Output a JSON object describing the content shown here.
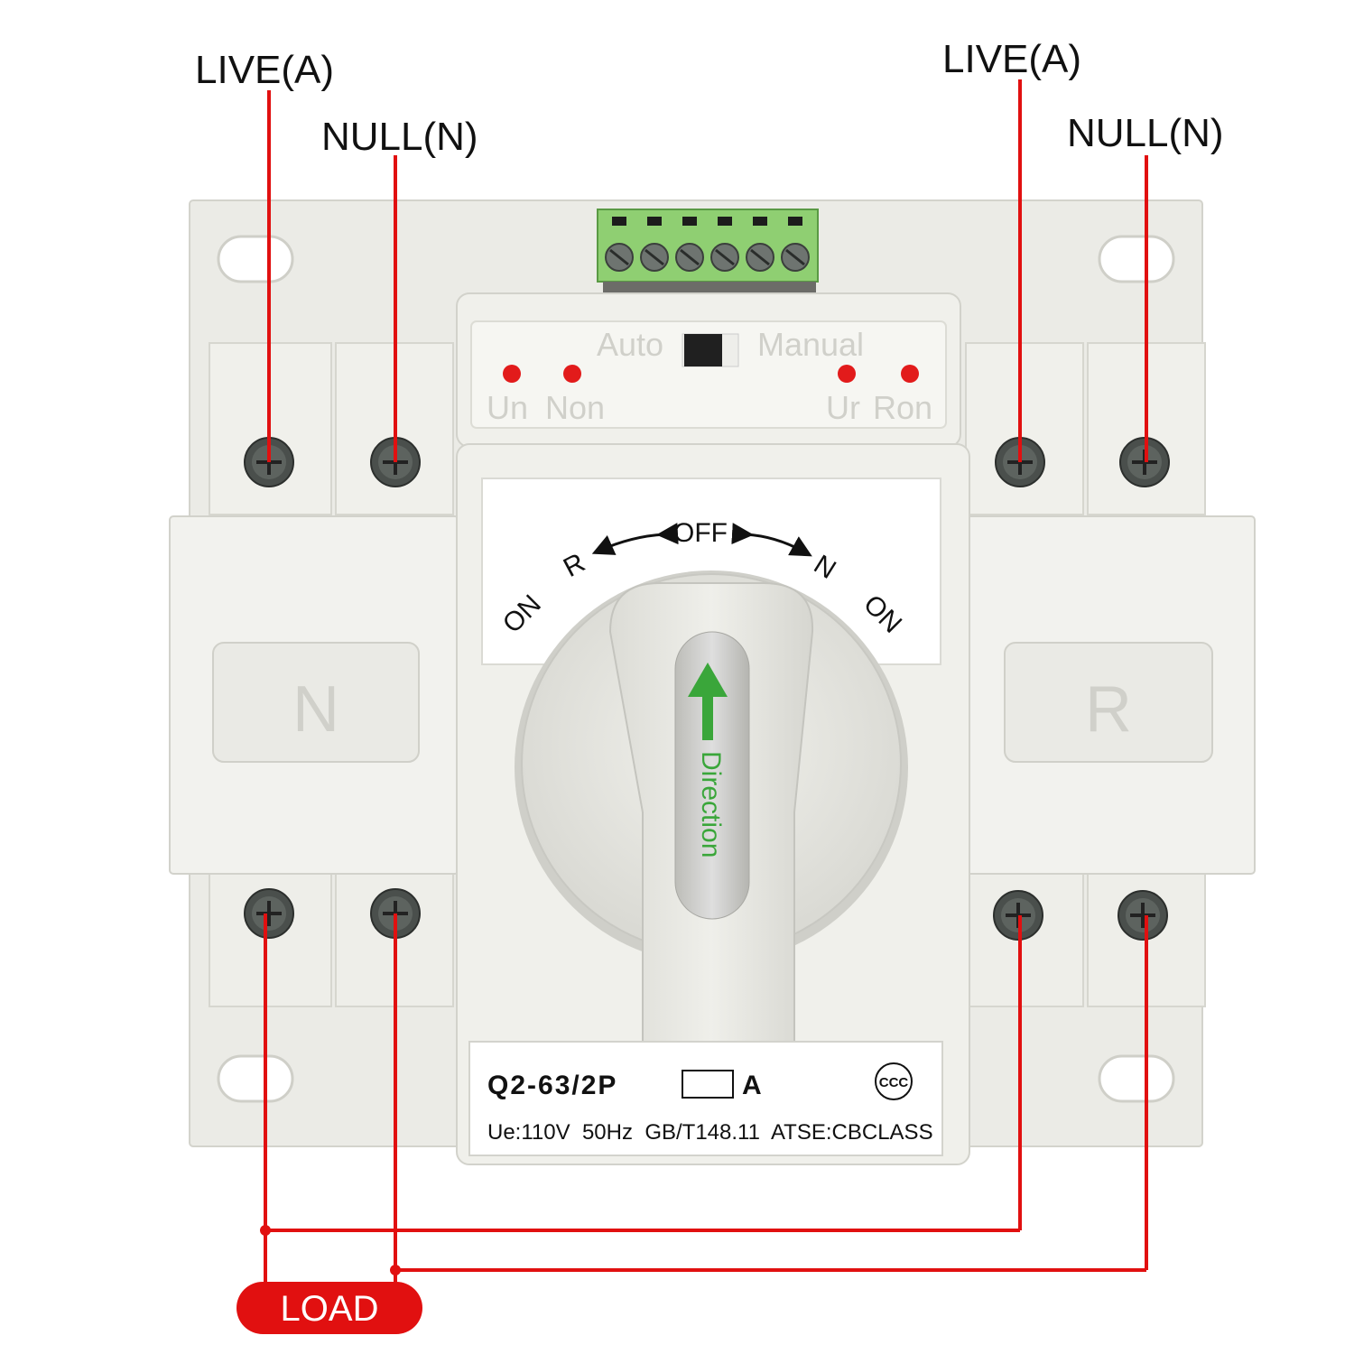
{
  "wiring": {
    "input_left": {
      "live": "LIVE(A)",
      "null": "NULL(N)"
    },
    "input_right": {
      "live": "LIVE(A)",
      "null": "NULL(N)"
    },
    "load_label": "LOAD",
    "wire_color": "#e11010"
  },
  "indicator_panel": {
    "mode_auto": "Auto",
    "mode_manual": "Manual",
    "led_un": "Un",
    "led_non": "Non",
    "led_ur": "Ur",
    "led_ron": "Ron",
    "led_color": "#e21b1b"
  },
  "dial": {
    "off": "OFF",
    "r": "R",
    "n": "N",
    "on_left": "ON",
    "on_right": "ON",
    "handle_text": "Direction",
    "arrow_color": "#3aa63a"
  },
  "side_labels": {
    "left": "N",
    "right": "R"
  },
  "nameplate": {
    "model": "Q2-63/2P",
    "current_suffix": "A",
    "specs": "Ue:110V  50Hz  GB/T148.11  ATSE:CBCLASS",
    "cert_mark": "CCC"
  },
  "terminal_block_color": "#8fcf72"
}
